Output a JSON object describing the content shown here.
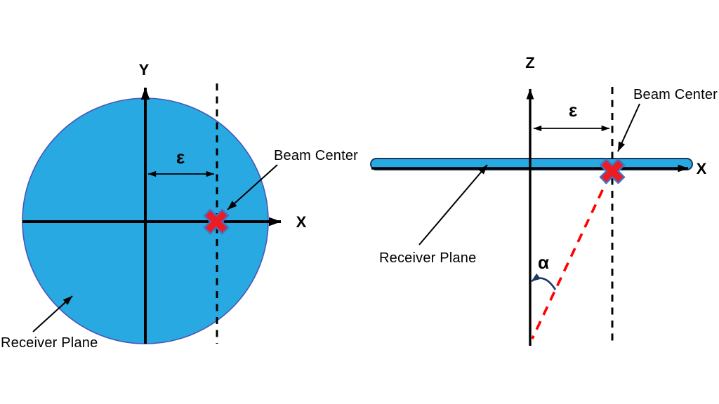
{
  "colors": {
    "background": "#FFFFFF",
    "ink": "#000000",
    "plane_fill": "#29A9E1",
    "plane_stroke": "#4A55B8",
    "bar_stroke": "#17375E",
    "marker_fill": "#EC1C24",
    "marker_stroke": "#4472C4",
    "beam_red": "#FF0000",
    "arc_color": "#1F3864"
  },
  "left_panel": {
    "y_axis_label": "Y",
    "x_axis_label": "X",
    "epsilon_label": "ε",
    "beam_center_label": "Beam Center",
    "receiver_plane_label": "Receiver Plane"
  },
  "right_panel": {
    "z_axis_label": "Z",
    "x_axis_label": "X",
    "epsilon_label": "ε",
    "alpha_label": "α",
    "beam_center_label": "Beam Center",
    "receiver_plane_label": "Receiver Plane"
  }
}
